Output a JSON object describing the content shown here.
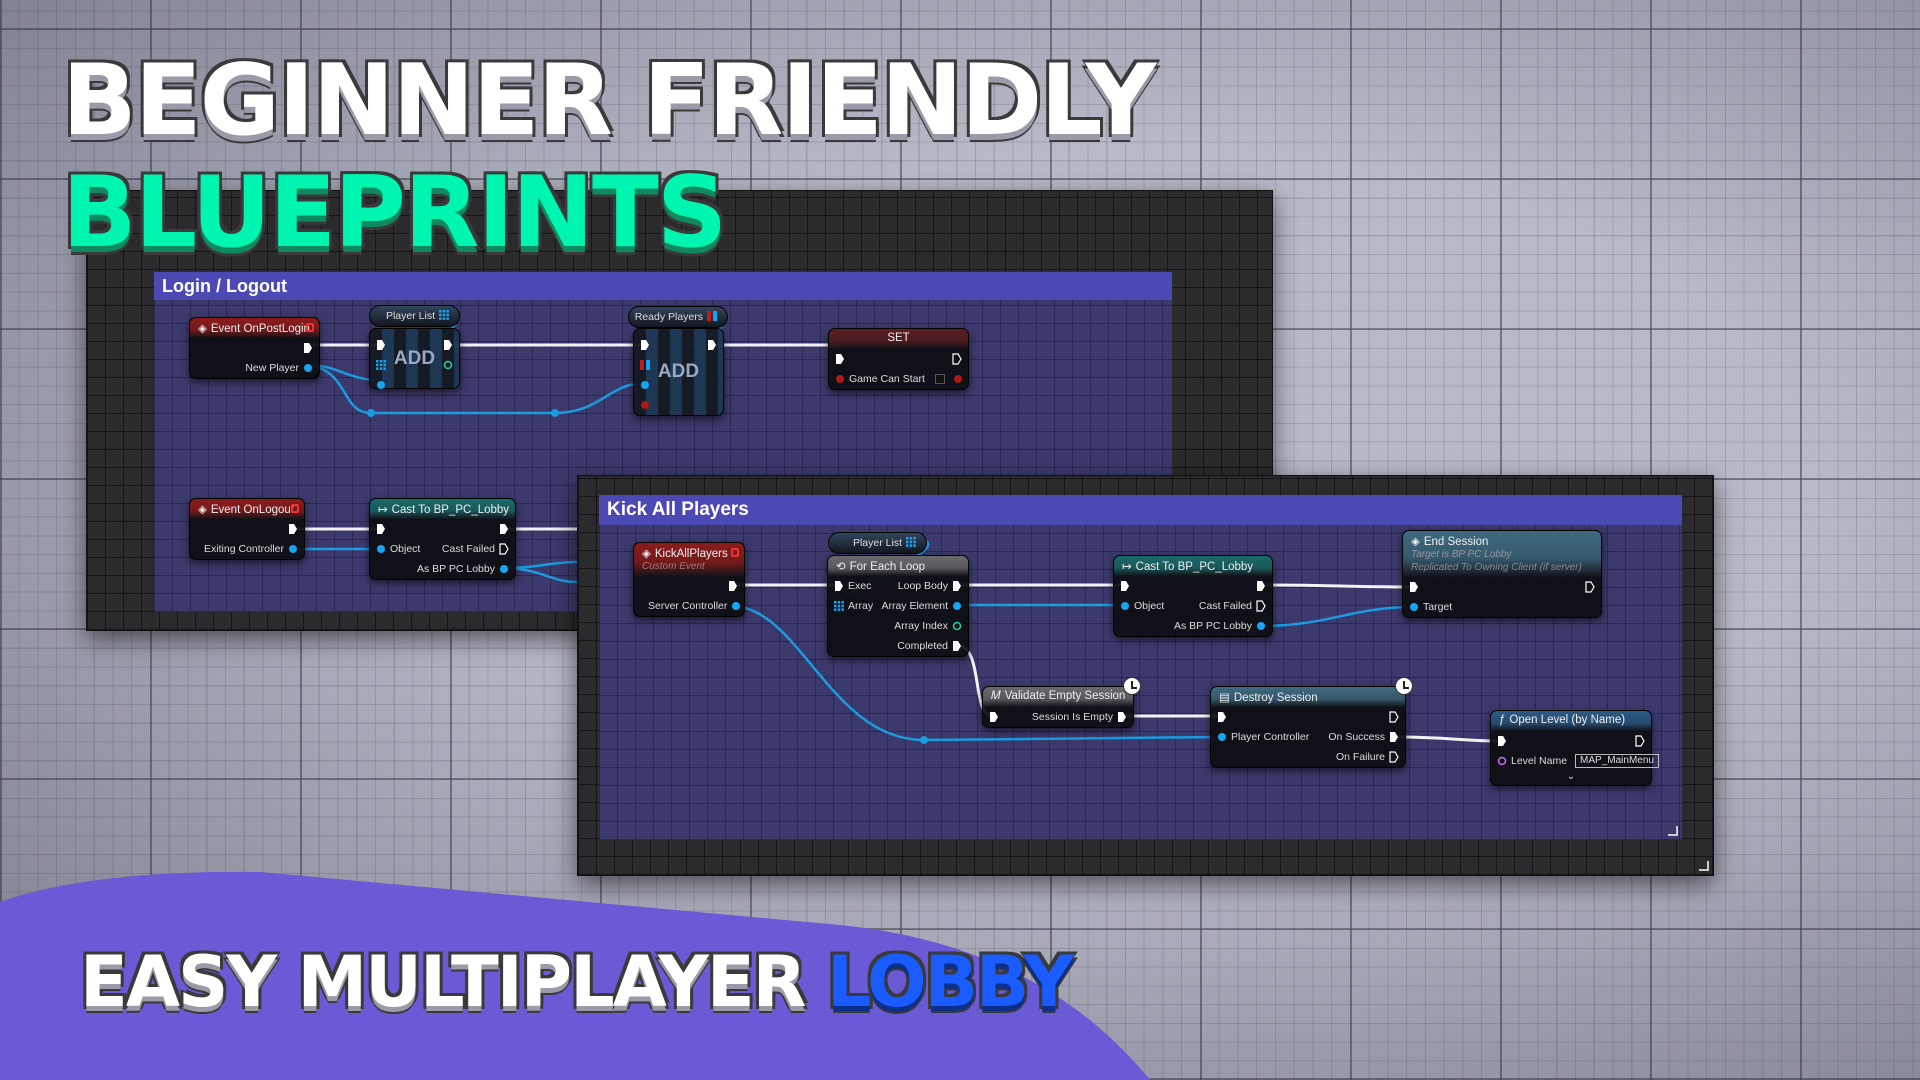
{
  "headline": {
    "line1": "BEGINNER FRIENDLY",
    "line2": "BLUEPRINTS",
    "bottom_prefix": "EASY MULTIPLAYER",
    "bottom_accent": "LOBBY"
  },
  "colors": {
    "accent_green": "#00f6b0",
    "accent_blue": "#1b5cff",
    "banner_purple": "#6a5ad6",
    "comment_header": "#4c49b4",
    "exec": "#ffffff",
    "object_pin": "#17a4f0",
    "bool_pin": "#b01818",
    "int_pin": "#1fd49c",
    "string_pin": "#c66cf0"
  },
  "panels": [
    {
      "comment_title": "Login / Logout",
      "nodes": [
        {
          "title": "Event OnPostLogin",
          "icon": "event-icon",
          "header_color": "#8b1c1c",
          "delegate": true,
          "rows": [
            [
              null,
              {
                "icon": "exec"
              }
            ],
            [
              null,
              {
                "icon": "object",
                "label": "New Player"
              }
            ]
          ]
        },
        {
          "getter_label": "Player List",
          "icon": "array"
        },
        {
          "compact_label": "ADD",
          "rows": [
            [
              {
                "icon": "exec"
              },
              {
                "icon": "exec"
              }
            ],
            [
              {
                "icon": "array"
              },
              {
                "icon": "int"
              }
            ],
            [
              {
                "icon": "object"
              },
              null
            ]
          ]
        },
        {
          "getter_label": "Ready Players",
          "icon": "array-red"
        },
        {
          "compact_label": "ADD",
          "rows": [
            [
              {
                "icon": "exec"
              },
              {
                "icon": "exec"
              }
            ],
            [
              {
                "icon": "array-red"
              },
              null
            ],
            [
              {
                "icon": "object"
              },
              null
            ],
            [
              {
                "icon": "bool"
              },
              null
            ]
          ]
        },
        {
          "title": "SET",
          "header_color": "#5a1e22",
          "center_title": true,
          "rows": [
            [
              {
                "icon": "exec"
              },
              {
                "icon": "exec-outline"
              }
            ],
            [
              {
                "icon": "bool",
                "label": "Game Can Start",
                "checkbox": true
              },
              {
                "icon": "bool"
              }
            ]
          ]
        },
        {
          "title": "Event OnLogout",
          "icon": "event-icon",
          "header_color": "#8b1c1c",
          "delegate": true,
          "rows": [
            [
              null,
              {
                "icon": "exec"
              }
            ],
            [
              null,
              {
                "icon": "object",
                "label": "Exiting Controller"
              }
            ]
          ]
        },
        {
          "title": "Cast To BP_PC_Lobby",
          "icon": "cast-icon",
          "header_color": "#1b6a6a",
          "rows": [
            [
              {
                "icon": "exec"
              },
              {
                "icon": "exec"
              }
            ],
            [
              {
                "icon": "object",
                "label": "Object"
              },
              {
                "icon": "exec-outline",
                "label": "Cast Failed"
              }
            ],
            [
              null,
              {
                "icon": "object",
                "label": "As BP PC Lobby"
              }
            ]
          ]
        }
      ]
    },
    {
      "comment_title": "Kick All Players",
      "nodes": [
        {
          "title": "KickAllPlayers",
          "subtitle": "Custom Event",
          "icon": "event-icon",
          "header_color": "#8b1c1c",
          "delegate": true,
          "rows": [
            [
              null,
              {
                "icon": "exec"
              }
            ],
            [
              null,
              {
                "icon": "object",
                "label": "Server Controller"
              }
            ]
          ]
        },
        {
          "getter_label": "Player List",
          "icon": "array"
        },
        {
          "title": "For Each Loop",
          "icon": "loop-icon",
          "header_color": "#6a6a6e",
          "rows": [
            [
              {
                "icon": "exec",
                "label": "Exec"
              },
              {
                "icon": "exec",
                "label": "Loop Body"
              }
            ],
            [
              {
                "icon": "array",
                "label": "Array"
              },
              {
                "icon": "object",
                "label": "Array Element"
              }
            ],
            [
              null,
              {
                "icon": "int",
                "label": "Array Index"
              }
            ],
            [
              null,
              {
                "icon": "exec",
                "label": "Completed"
              }
            ]
          ]
        },
        {
          "title": "Cast To BP_PC_Lobby",
          "icon": "cast-icon",
          "header_color": "#1b6a6a",
          "rows": [
            [
              {
                "icon": "exec"
              },
              {
                "icon": "exec"
              }
            ],
            [
              {
                "icon": "object",
                "label": "Object"
              },
              {
                "icon": "exec-outline",
                "label": "Cast Failed"
              }
            ],
            [
              null,
              {
                "icon": "object",
                "label": "As BP PC Lobby"
              }
            ]
          ]
        },
        {
          "title": "End Session",
          "subtitle": "Target is BP PC Lobby",
          "subtitle2": "Replicated To Owning Client (if server)",
          "icon": "event-icon",
          "header_color": "#3f6a80",
          "rows": [
            [
              {
                "icon": "exec"
              },
              {
                "icon": "exec-outline"
              }
            ],
            [
              {
                "icon": "object",
                "label": "Target"
              },
              null
            ]
          ]
        },
        {
          "title": "Validate Empty Session",
          "icon": "macro-icon",
          "header_color": "#6a6a6e",
          "latent": true,
          "rows": [
            [
              {
                "icon": "exec"
              },
              {
                "icon": "exec",
                "label": "Session Is Empty"
              }
            ]
          ]
        },
        {
          "title": "Destroy Session",
          "icon": "async-icon",
          "header_color": "#3f6a80",
          "latent": true,
          "rows": [
            [
              {
                "icon": "exec"
              },
              {
                "icon": "exec-outline"
              }
            ],
            [
              {
                "icon": "object",
                "label": "Player Controller"
              },
              {
                "icon": "exec",
                "label": "On Success"
              }
            ],
            [
              null,
              {
                "icon": "exec-outline",
                "label": "On Failure"
              }
            ]
          ]
        },
        {
          "title": "Open Level (by Name)",
          "icon": "function-icon",
          "header_color": "#2c5a86",
          "expand": true,
          "rows": [
            [
              {
                "icon": "exec"
              },
              {
                "icon": "exec-outline"
              }
            ],
            [
              {
                "icon": "string",
                "label": "Level Name",
                "input": "MAP_MainMenu"
              },
              null
            ]
          ]
        }
      ]
    }
  ]
}
